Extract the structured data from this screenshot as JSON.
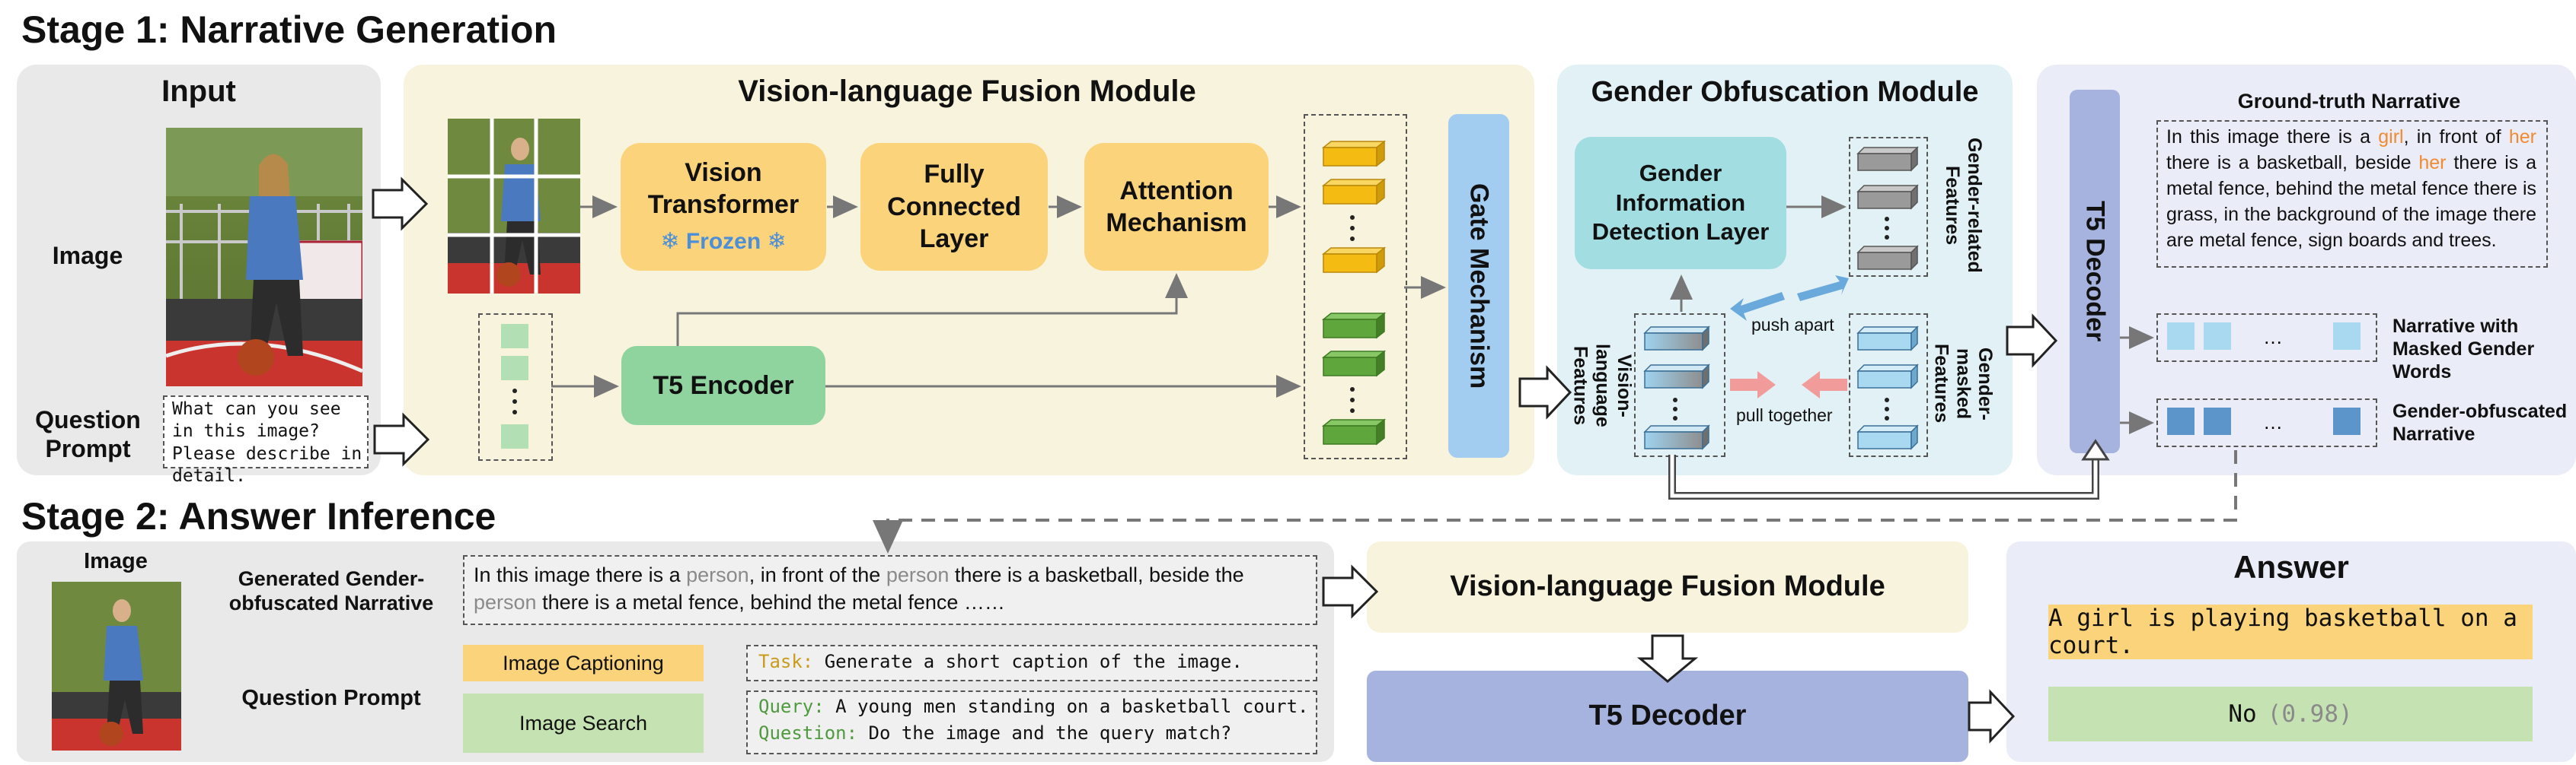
{
  "stage1": {
    "title": "Stage 1: Narrative Generation",
    "input": {
      "title": "Input",
      "image_label": "Image",
      "prompt_label": "Question Prompt",
      "prompt_text": "What can you see in this image? Please describe in detail."
    },
    "fusion": {
      "title": "Vision-language Fusion Module",
      "vit": "Vision Transformer",
      "frozen": "Frozen",
      "fc": "Fully Connected Layer",
      "attention": "Attention Mechanism",
      "t5_encoder": "T5 Encoder",
      "gate": "Gate Mechanism"
    },
    "gender": {
      "title": "Gender Obfuscation Module",
      "detection": "Gender Information Detection Layer",
      "related": "Gender-related Features",
      "masked_feat": "Gender-masked Features",
      "vl_features": "Vision-language Features",
      "push": "push apart",
      "pull": "pull together"
    },
    "decoder": {
      "t5_decoder": "T5 Decoder",
      "gt_title": "Ground-truth Narrative",
      "gt_text": [
        {
          "t": "In this image there is a "
        },
        {
          "t": "girl",
          "h": true
        },
        {
          "t": ", in front of "
        },
        {
          "t": "her",
          "h": true
        },
        {
          "t": " there is a basketball, beside "
        },
        {
          "t": "her",
          "h": true
        },
        {
          "t": " there is a metal fence, behind the metal fence there is grass, in the background of the image there are metal fence, sign boards and trees."
        }
      ],
      "masked_narrative": "Narrative with Masked Gender Words",
      "obfuscated_narrative": "Gender-obfuscated Narrative"
    }
  },
  "stage2": {
    "title": "Stage 2: Answer Inference",
    "image_label": "Image",
    "generated_label": "Generated Gender-obfuscated Narrative",
    "generated_text": [
      {
        "t": "In this image there is a "
      },
      {
        "t": "person",
        "g": true
      },
      {
        "t": ", in front of the "
      },
      {
        "t": "person",
        "g": true
      },
      {
        "t": " there is a basketball, beside the "
      },
      {
        "t": "person",
        "g": true
      },
      {
        "t": " there is a metal fence, behind the metal fence ……"
      }
    ],
    "question_label": "Question Prompt",
    "captioning": "Image Captioning",
    "search": "Image Search",
    "task_key": "Task:",
    "task_text": " Generate a short caption of the image.",
    "query_key": "Query:",
    "query_text": " A young men standing on a basketball court.",
    "question_key": "Question:",
    "question_text": " Do the image and the query match?",
    "fusion": "Vision-language Fusion Module",
    "decoder": "T5 Decoder",
    "answer_title": "Answer",
    "answer1": "A girl is playing basketball on a court.",
    "answer2_main": "No",
    "answer2_conf": "(0.98)"
  },
  "colors": {
    "yellow": "#fad37b",
    "green": "#8fd49f",
    "cyan": "#a1dde1",
    "blue_decoder": "#a6b3df",
    "gate": "#a3cdf0",
    "highlight": "#f28a30",
    "gray_word": "#8a8a8a",
    "task_key": "#c89b1b",
    "query_key": "#4f9a3e"
  }
}
